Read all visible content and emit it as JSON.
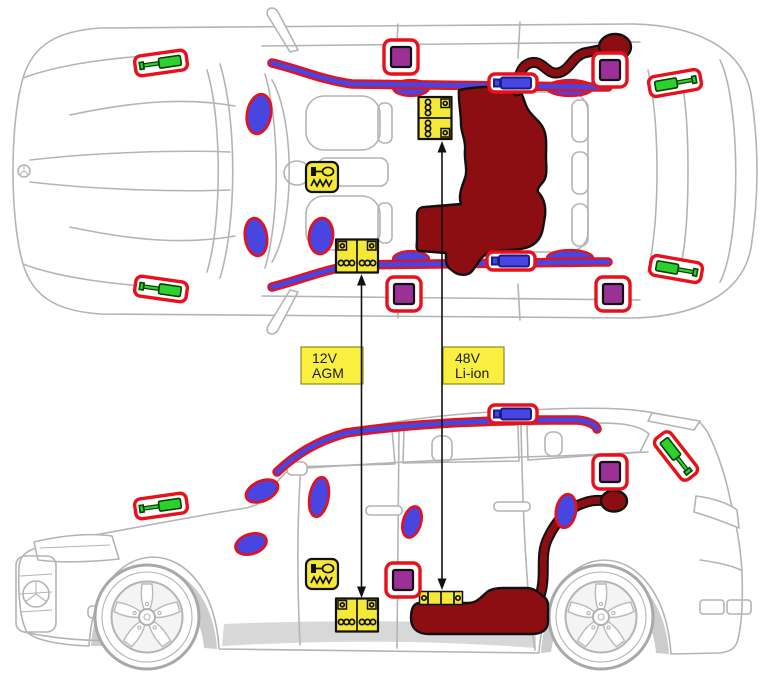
{
  "diagram": {
    "type": "vehicle-component-location-diagram",
    "views": {
      "top": "vehicle top view",
      "side": "vehicle side view"
    },
    "labels": {
      "battery_12v": {
        "line1": "12V",
        "line2": "AGM"
      },
      "battery_48v": {
        "line1": "48V",
        "line2": "Li-ion"
      }
    },
    "colors": {
      "marker_outline_red": "#e8101a",
      "airbag_blue": "#4845e0",
      "component_purple": "#9b3096",
      "gas_strut_green": "#2dd12d",
      "high_voltage_dark_red": "#8c0e12",
      "icon_yellow": "#f4e838",
      "label_yellow": "#f8ef3e",
      "car_line_gray": "#b4b4b4",
      "arrow_black": "#111111"
    },
    "icons": {
      "gas_strut": "gas-strut-icon",
      "airbag": "airbag-oval-icon",
      "curtain_inflator": "inflator-bar-icon",
      "purple_component": "purple-square-icon",
      "pyro_device": "pyro-device-icon",
      "battery": "battery-icon",
      "battery_flat": "flat-battery-icon",
      "hv_area": "high-voltage-area",
      "hv_cable": "high-voltage-cable"
    },
    "marker_counts": {
      "top_view": {
        "gas_strut": 4,
        "purple_component": 4,
        "curtain_inflator": 2,
        "airbag": 3,
        "curtain_line": 2,
        "pyro_device": 1,
        "battery": 2,
        "hv_area": 1
      },
      "side_view": {
        "gas_strut": 2,
        "purple_component": 2,
        "curtain_inflator": 1,
        "airbag": 5,
        "curtain_line": 1,
        "pyro_device": 1,
        "battery": 2,
        "hv_area": 1
      }
    }
  }
}
